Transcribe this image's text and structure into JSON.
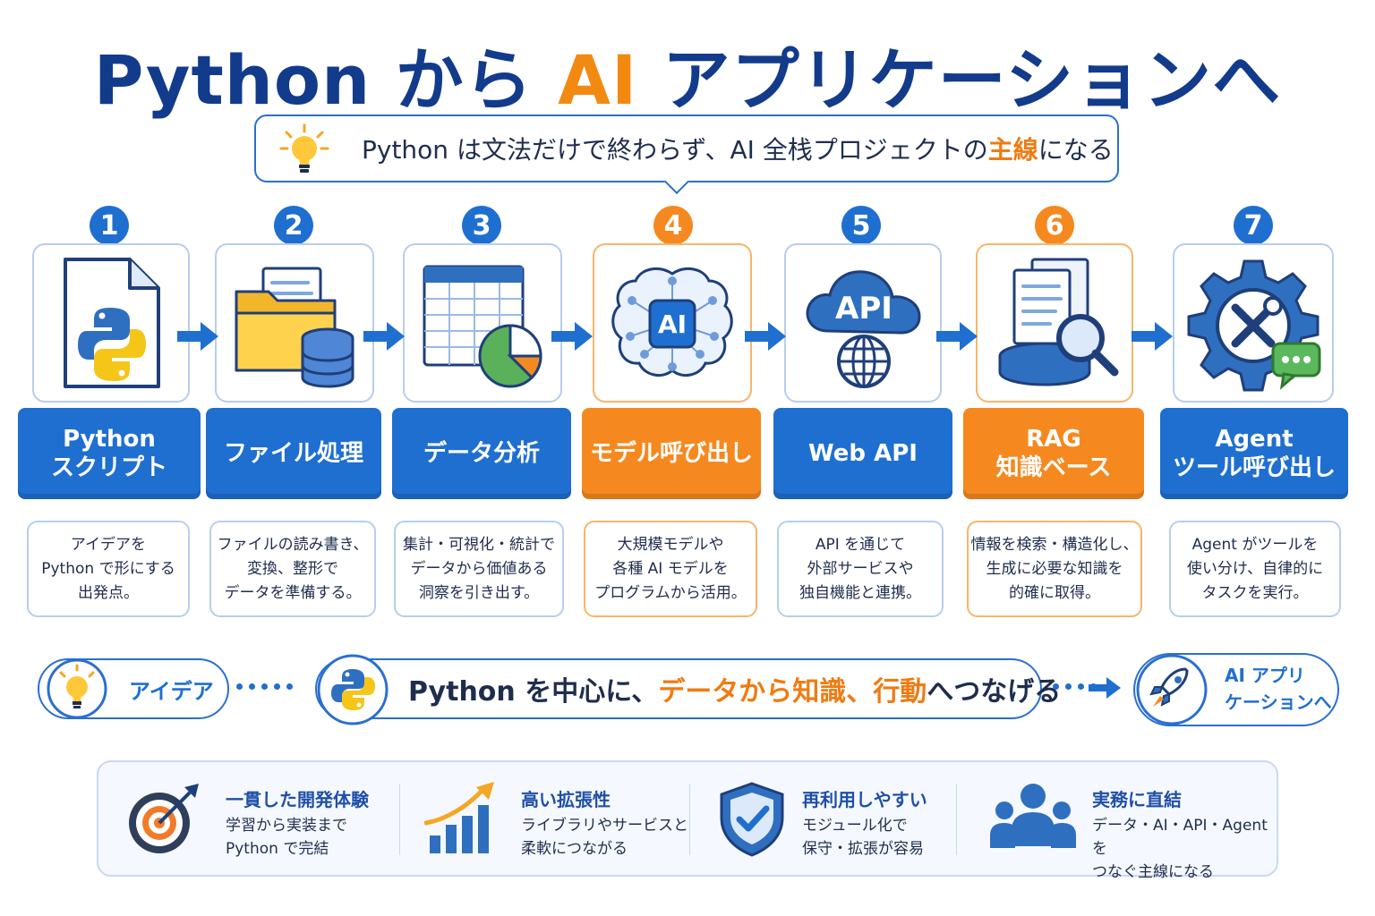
{
  "title": {
    "part1": "Python から ",
    "accent": "AI",
    "part2": " アプリケーションへ"
  },
  "subtitle": {
    "before": "Python は文法だけで終わらず、AI 全栈プロジェクトの",
    "highlight": "主線",
    "after": "になる"
  },
  "steps": [
    {
      "number": "1",
      "label": "Python\nスクリプト",
      "description": "アイデアを\nPython で形にする\n出発点。",
      "color": "blue",
      "icon": "python-file-icon"
    },
    {
      "number": "2",
      "label": "ファイル処理",
      "description": "ファイルの読み書き、\n変換、整形で\nデータを準備する。",
      "color": "blue",
      "icon": "folder-database-icon"
    },
    {
      "number": "3",
      "label": "データ分析",
      "description": "集計・可視化・統計で\nデータから価値ある\n洞察を引き出す。",
      "color": "blue",
      "icon": "spreadsheet-chart-icon"
    },
    {
      "number": "4",
      "label": "モデル呼び出し",
      "description": "大規模モデルや\n各種 AI モデルを\nプログラムから活用。",
      "color": "orange",
      "icon": "ai-brain-icon"
    },
    {
      "number": "5",
      "label": "Web API",
      "description": "API を通じて\n外部サービスや\n独自機能と連携。",
      "color": "blue",
      "icon": "api-cloud-icon"
    },
    {
      "number": "6",
      "label": "RAG\n知識ベース",
      "description": "情報を検索・構造化し、\n生成に必要な知識を\n的確に取得。",
      "color": "orange",
      "icon": "document-search-icon"
    },
    {
      "number": "7",
      "label": "Agent\nツール呼び出し",
      "description": "Agent がツールを\n使い分け、自律的に\nタスクを実行。",
      "color": "blue",
      "icon": "gear-tools-icon"
    }
  ],
  "icon_texts": {
    "ai": "AI",
    "api": "API"
  },
  "flow": {
    "start": "アイデア",
    "middle_before": "Python を中心に、",
    "middle_highlight": "データから知識、行動",
    "middle_after": "へつなげる",
    "end": "AI アプリ\nケーションへ"
  },
  "benefits": [
    {
      "title": "一貫した開発体験",
      "description": "学習から実装まで\nPython で完結",
      "icon": "target-icon"
    },
    {
      "title": "高い拡張性",
      "description": "ライブラリやサービスと\n柔軟につながる",
      "icon": "growth-chart-icon"
    },
    {
      "title": "再利用しやすい",
      "description": "モジュール化で\n保守・拡張が容易",
      "icon": "shield-check-icon"
    },
    {
      "title": "実務に直結",
      "description": "データ・AI・API・Agent を\nつなぐ主線になる",
      "icon": "team-icon"
    }
  ],
  "colors": {
    "blue": "#1f6fd0",
    "orange": "#f5891f",
    "navy": "#123b8c",
    "highlight": "#f07b12"
  }
}
